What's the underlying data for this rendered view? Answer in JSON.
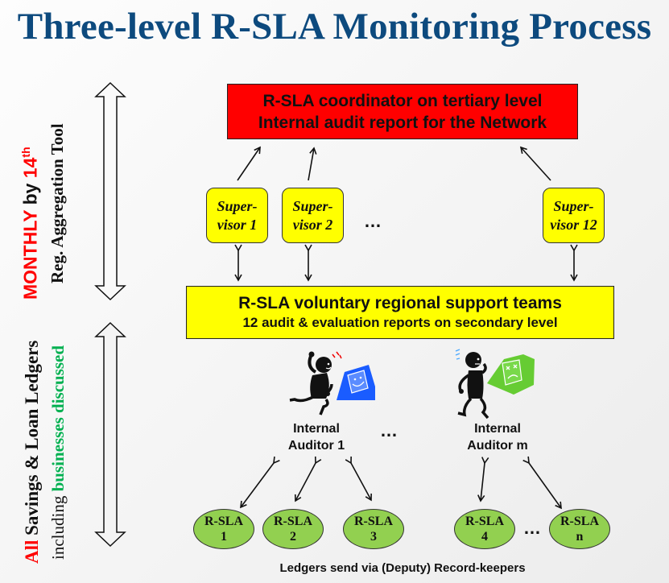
{
  "title": "Three-level R-SLA Monitoring Process",
  "left_panel": {
    "upper": {
      "monthly": "MONTHLY",
      "by": " by ",
      "day": "14",
      "day_suffix": "th",
      "subtitle": "Reg. Aggregation Tool"
    },
    "lower": {
      "all": "All",
      "rest": " Savings & Loan Ledgers",
      "including": "including ",
      "highlight": "businesses discussed"
    }
  },
  "tertiary": {
    "line1": "R-SLA coordinator on tertiary level",
    "line2": "Internal audit report for the Network"
  },
  "supervisors": [
    {
      "line1": "Super-",
      "line2": "visor 1"
    },
    {
      "line1": "Super-",
      "line2": "visor 2"
    },
    {
      "line1": "Super-",
      "line2": "visor 12"
    }
  ],
  "ellipsis": "…",
  "secondary": {
    "line1": "R-SLA voluntary regional support teams",
    "line2": "12 audit & evaluation reports on secondary level"
  },
  "auditors": [
    {
      "line1": "Internal",
      "line2": "Auditor 1",
      "mood": "happy",
      "computer_color": "#1a5cff"
    },
    {
      "line1": "Internal",
      "line2": "Auditor m",
      "mood": "sad",
      "computer_color": "#66cc33"
    }
  ],
  "ledgers": [
    {
      "line1": "R-SLA",
      "line2": "1"
    },
    {
      "line1": "R-SLA",
      "line2": "2"
    },
    {
      "line1": "R-SLA",
      "line2": "3"
    },
    {
      "line1": "R-SLA",
      "line2": "4"
    },
    {
      "line1": "R-SLA",
      "line2": "n"
    }
  ],
  "footer": "Ledgers send via (Deputy) Record-keepers",
  "colors": {
    "title": "#0d4a7e",
    "tertiary_box": "#ff0000",
    "secondary_box": "#ffff00",
    "supervisor_box": "#ffff00",
    "ledger_ellipse": "#92d050",
    "accent_red": "#ff0000",
    "accent_green": "#00b050"
  }
}
